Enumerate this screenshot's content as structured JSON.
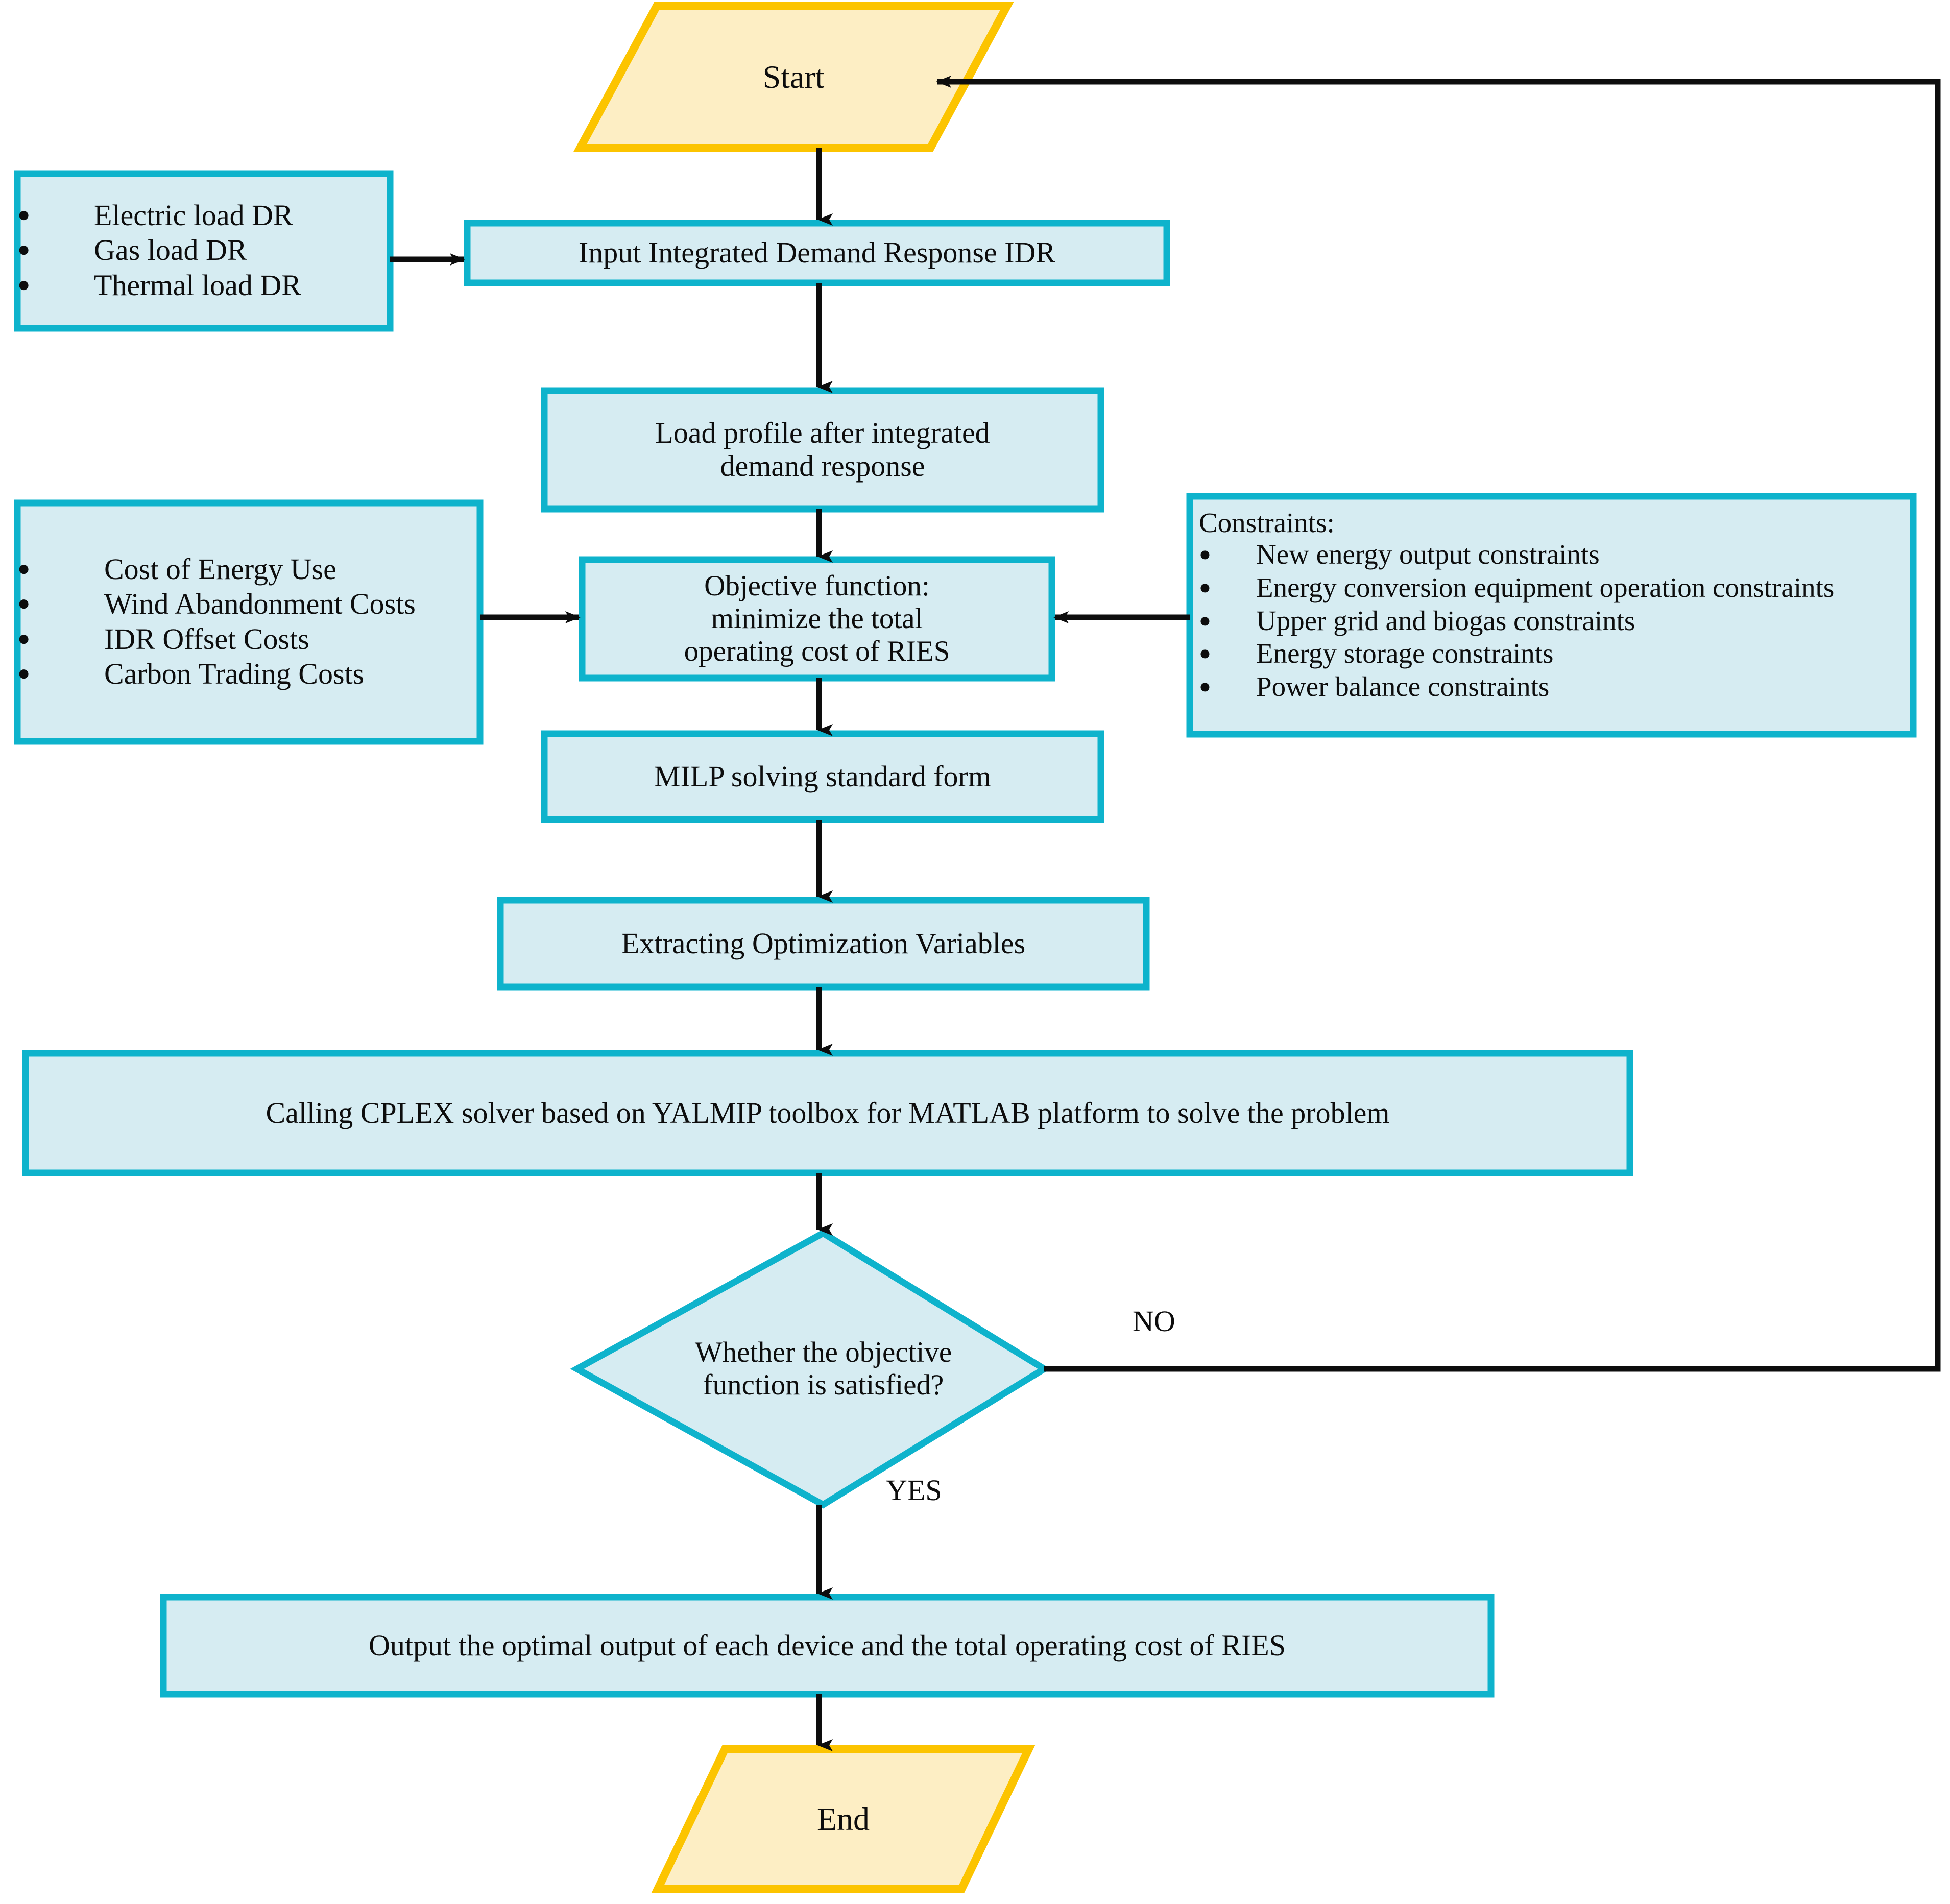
{
  "diagram": {
    "title": "RIES integrated demand response optimization flowchart",
    "colors": {
      "terminator_fill": "#fdeec4",
      "terminator_stroke": "#fcc400",
      "process_fill": "#d6ecf2",
      "process_stroke": "#0eb3cc",
      "connector": "#0d0d0d",
      "text": "#0d0d0d",
      "background": "#ffffff"
    },
    "nodes": {
      "start": {
        "label": "Start",
        "shape": "parallelogram"
      },
      "input_idr": {
        "label": "Input Integrated Demand Response IDR",
        "shape": "process"
      },
      "dr_list": {
        "shape": "process",
        "title": "",
        "items": [
          "Electric load DR",
          "Gas load DR",
          "Thermal load DR"
        ]
      },
      "load_profile": {
        "label": "Load profile after integrated\ndemand response",
        "shape": "process"
      },
      "cost_list": {
        "shape": "process",
        "title": "",
        "items": [
          "Cost of Energy Use",
          "Wind Abandonment Costs",
          "IDR Offset Costs",
          "Carbon Trading Costs"
        ]
      },
      "objective": {
        "label": "Objective function:\nminimize the total\noperating cost of RIES",
        "shape": "process"
      },
      "constraints": {
        "shape": "process",
        "title": "Constraints:",
        "items": [
          "New energy output constraints",
          "Energy conversion equipment operation constraints",
          "Upper grid and biogas constraints",
          "Energy storage constraints",
          "Power balance constraints"
        ]
      },
      "milp": {
        "label": "MILP solving standard form",
        "shape": "process"
      },
      "extract": {
        "label": "Extracting Optimization Variables",
        "shape": "process"
      },
      "cplex": {
        "label": "Calling CPLEX solver based on YALMIP toolbox for MATLAB platform to solve the problem",
        "shape": "process"
      },
      "decision": {
        "label": "Whether the objective\nfunction is satisfied?",
        "shape": "diamond"
      },
      "output": {
        "label": "Output the optimal output of each device and the total operating cost of RIES",
        "shape": "process"
      },
      "end": {
        "label": "End",
        "shape": "parallelogram"
      }
    },
    "edge_labels": {
      "no": "NO",
      "yes": "YES"
    },
    "bullet_glyph": "●"
  }
}
